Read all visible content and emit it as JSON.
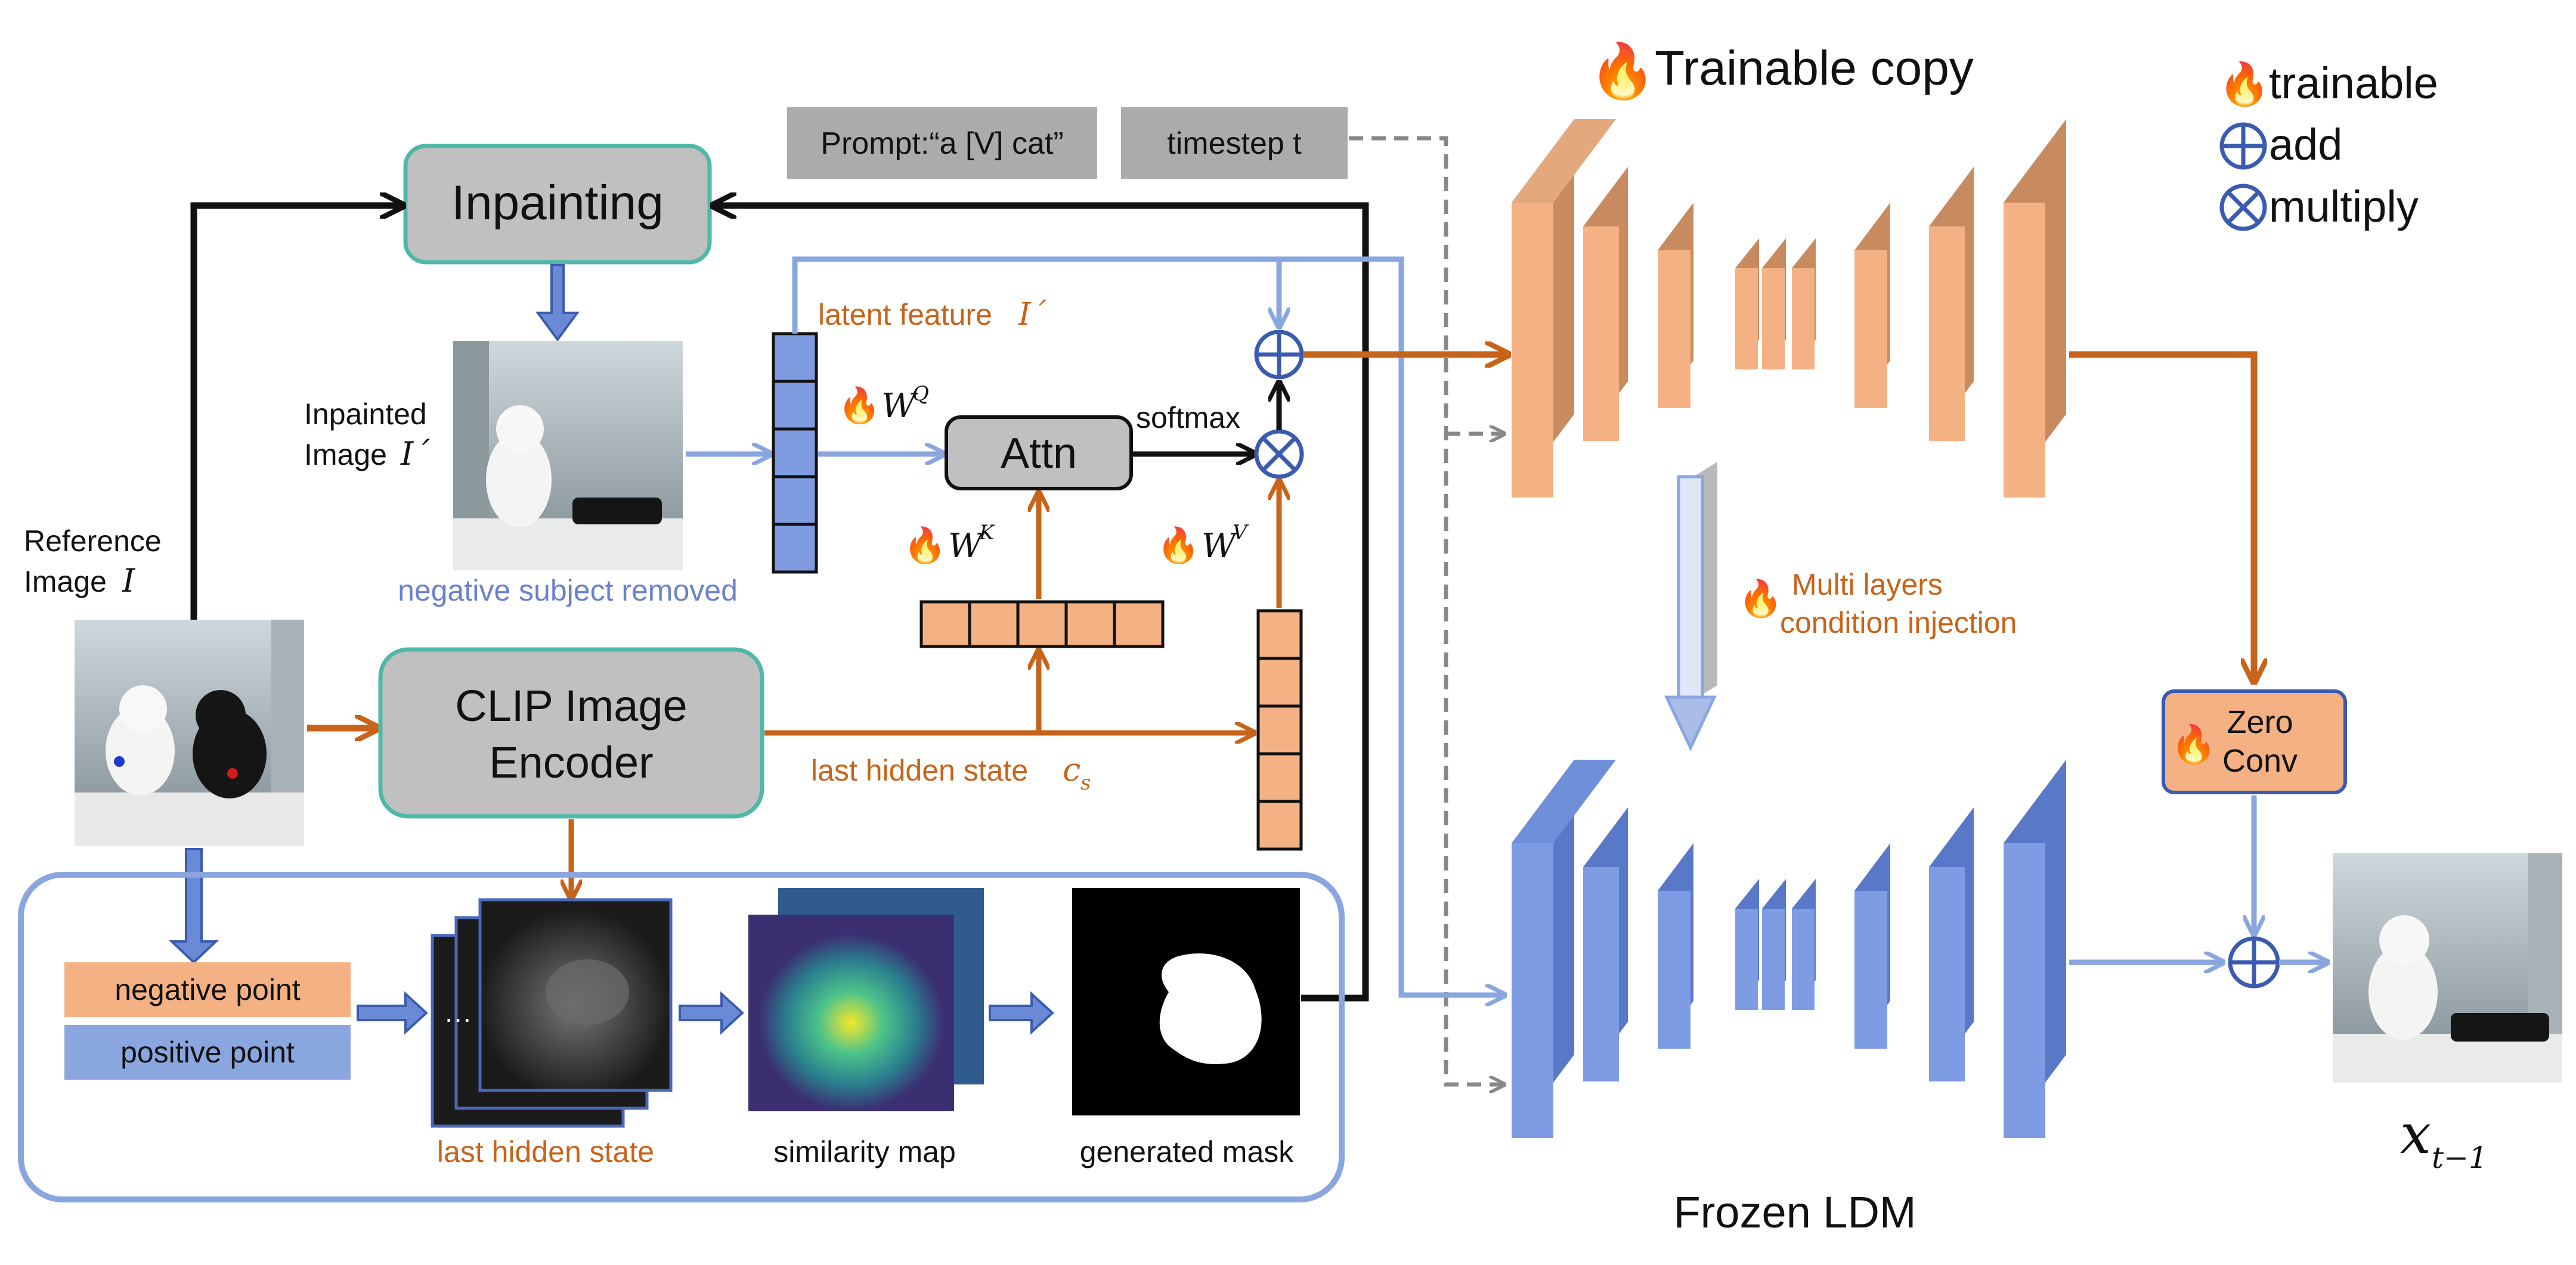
{
  "legend": {
    "trainable": "trainable",
    "add": "add",
    "multiply": "multiply",
    "trainable_copy": "Trainable copy"
  },
  "inputs": {
    "prompt": "Prompt:“a [V] cat”",
    "timestep": "timestep t"
  },
  "blocks": {
    "inpainting": "Inpainting",
    "clip_line1": "CLIP Image",
    "clip_line2": "Encoder",
    "attn": "Attn",
    "zero_conv_line1": "Zero",
    "zero_conv_line2": "Conv"
  },
  "labels": {
    "inpainted_image_1": "Inpainted",
    "inpainted_image_2": "Image",
    "inpainted_image_var": "I´",
    "reference_image_1": "Reference",
    "reference_image_2": "Image",
    "reference_image_var": "I",
    "negative_subject_removed": "negative subject removed",
    "latent_feature": "latent feature",
    "latent_feature_var": "I´",
    "wq": "W",
    "wq_sup": "Q",
    "wk": "W",
    "wk_sup": "K",
    "wv": "W",
    "wv_sup": "V",
    "softmax": "softmax",
    "last_hidden_state_cs": "last hidden state",
    "cs_var": "c",
    "cs_sub": "s",
    "multi_layers_1": "Multi layers",
    "multi_layers_2": "condition injection",
    "frozen_ldm": "Frozen LDM",
    "output_x": "x",
    "output_sub": "t−1"
  },
  "points_panel": {
    "negative_point": "negative point",
    "positive_point": "positive point",
    "last_hidden_state": "last hidden state",
    "similarity_map": "similarity map",
    "generated_mask": "generated mask",
    "ellipsis": "···"
  },
  "colors": {
    "orange_text": "#c8631a",
    "blue_text": "#6a82cc",
    "orange_arrow": "#c8631a",
    "blue_arrow": "#8aa6df",
    "orange_unet": "#d9956a",
    "blue_unet": "#6a8ad6",
    "gray_box": "#c0c0c0",
    "teal_border": "#4fb8a8",
    "blue_border": "#4a68b8"
  },
  "icons": [
    "flame-icon",
    "add-icon",
    "multiply-icon"
  ]
}
